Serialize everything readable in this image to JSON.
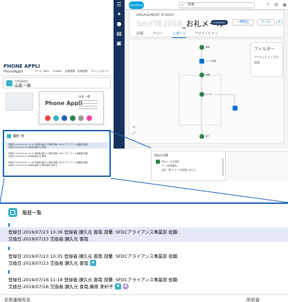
{
  "sf": {
    "logo": "salesforce",
    "search_placeholder": "検索",
    "kicker": "ENGAGEMENT STUDIO",
    "title_blur": "SmYTE2018",
    "title": "_お礼メール",
    "status": "RUNNING",
    "btn_pause": "一時停止",
    "btn_tools": "ツール",
    "tabs": [
      "詳細",
      "テスト",
      "レポート",
      "アクティビティ"
    ],
    "filter_title": "フィルター",
    "filter_items": [
      "アクティビティ日付",
      "期間"
    ],
    "nodes": [
      "開始",
      "メール送信",
      "待機",
      "ルール",
      "終了"
    ],
    "colors": {
      "rail": "#16325c",
      "accent": "#0070d2",
      "green": "#2e844a"
    }
  },
  "pa": {
    "brand": "PHONE APPLI",
    "sub": "PhoneAppli",
    "nav": [
      "ホーム",
      "ToDo",
      "Chatter",
      "名刺連携",
      "名刺連携",
      "ダッシュボード"
    ],
    "rec_kind": "名刺連絡先",
    "rec_name": "山田 一郎",
    "bc_logo": "Phone Appli",
    "bc_name": "山田 一郎",
    "hist_title": "履歴一覧",
    "foot_left": "名刺連絡先名",
    "foot_right": "所有者"
  },
  "act": {
    "title": "過去の活動",
    "lines": [
      "お礼メールを送信",
      "メール送信済み",
      "山田 一郎 にメールを送信しました"
    ]
  },
  "history": {
    "title": "履歴一覧",
    "entries": [
      {
        "line1": "登録日:2019/07/23 10:36  登録者:讃久元 晋哉  部署: SFDCアライアンス事業部  役職:",
        "line2": "交換日:2019/07/23  交換者:讃久元 晋哉",
        "highlight": true,
        "badges": []
      },
      {
        "line1": "登録日:2019/07/23 10:35  登録者:讃久元 晋哉  部署: SFDCアライアンス事業部  役職:",
        "line2": "交換日:2019/07/23  交換者:讃久元 晋哉",
        "highlight": false,
        "badges": [
          "person-icon"
        ]
      },
      {
        "line1": "登録日:2019/07/16 11:18  登録者:讃久元 晋哉  部署: SFDCアライアンス事業部  役職:",
        "line2": "交換日:2019/07/16  交換者:讃久元 晋哉,藤原 美紗子",
        "highlight": false,
        "badges": [
          "person-icon",
          "avatar-icon"
        ]
      }
    ],
    "foot_left": "名刺連絡先名",
    "foot_right": "所有者"
  }
}
